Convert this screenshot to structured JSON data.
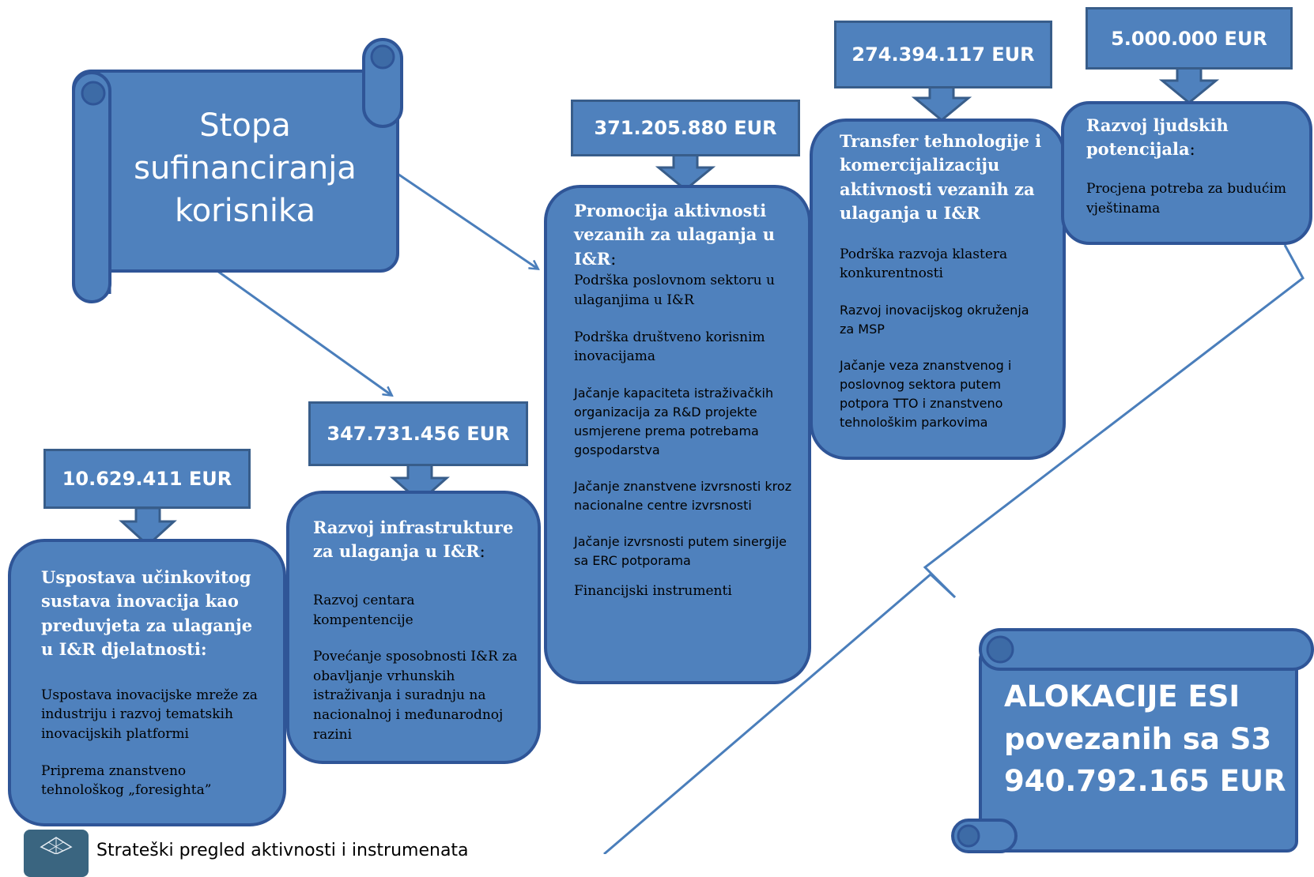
{
  "scroll_title": [
    "Stopa",
    "sufinanciranja",
    "korisnika"
  ],
  "amounts": {
    "a1": "10.629.411 EUR",
    "a2": "347.731.456 EUR",
    "a3": "371.205.880 EUR",
    "a4": "274.394.117 EUR",
    "a5": "5.000.000 EUR"
  },
  "boxes": {
    "b1": {
      "title": "Uspostava učinkovitog sustava inovacija kao preduvjeta za ulaganje u I&R djelatnosti:",
      "items": [
        "Uspostava inovacijske mreže za industriju i razvoj tematskih inovacijskih platformi",
        "Priprema znanstveno tehnološkog „foresighta”"
      ]
    },
    "b2": {
      "title": "Razvoj infrastrukture za ulaganja u I&R",
      "colon": ":",
      "items": [
        "Razvoj centara kompentencije",
        "Povećanje sposobnosti  I&R za obavljanje vrhunskih istraživanja i suradnju na nacionalnoj i međunarodnoj razini"
      ]
    },
    "b3": {
      "title": "Promocija aktivnosti vezanih za ulaganja u I&R",
      "colon": ":",
      "items": [
        "Podrška poslovnom sektoru u ulaganjima u I&R",
        "Podrška društveno korisnim inovacijama",
        "Jačanje kapaciteta istraživačkih organizacija   za R&D projekte usmjerene prema  potrebama gospodarstva",
        "Jačanje znanstvene izvrsnosti kroz nacionalne centre izvrsnosti",
        "Jačanje izvrsnosti putem sinergije sa ERC potporama",
        "Financijski instrumenti"
      ]
    },
    "b4": {
      "title": "Transfer tehnologije i komercijalizaciju aktivnosti vezanih za ulaganja u I&R",
      "items": [
        "Podrška razvoja  klastera konkurentnosti",
        "Razvoj inovacijskog okruženja za MSP",
        "Jačanje veza  znanstvenog i poslovnog sektora putem potpora TTO i znanstveno tehnološkim parkovima"
      ]
    },
    "b5": {
      "title": "Razvoj ljudskih potencijala",
      "colon": ":",
      "items": [
        "Procjena potreba za budućim vještinama"
      ]
    }
  },
  "allocation": [
    "ALOKACIJE ESI",
    "povezanih sa S3",
    "940.792.165 EUR"
  ],
  "footer": "Strateški pregled aktivnosti i instrumenata",
  "colors": {
    "fill": "#4f81bd",
    "border": "#2f5597",
    "line": "#4a7ebb"
  }
}
